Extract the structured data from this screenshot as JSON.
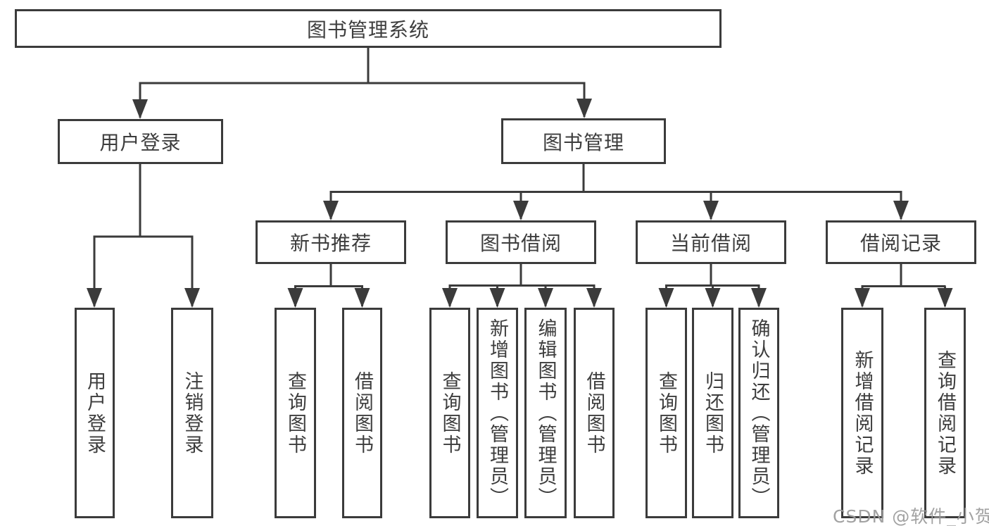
{
  "diagram": {
    "title": "图书管理系统",
    "level2": {
      "user_login": "用户登录",
      "book_management": "图书管理"
    },
    "level3": {
      "new_book_recommend": "新书推荐",
      "book_borrow": "图书借阅",
      "current_borrow": "当前借阅",
      "borrow_records": "借阅记录"
    },
    "leaves": {
      "user_login": "用户登录",
      "logout_login": "注销登录",
      "recommend_query_books": "查询图书",
      "recommend_borrow_books": "借阅图书",
      "borrow_query_books": "查询图书",
      "borrow_add_books_admin": "新增图书（管理员）",
      "borrow_edit_books_admin": "编辑图书（管理员）",
      "borrow_borrow_books": "借阅图书",
      "current_query_books": "查询图书",
      "current_return_books": "归还图书",
      "current_confirm_return_admin": "确认归还（管理员）",
      "records_add_borrow_record": "新增借阅记录",
      "records_query_borrow_record": "查询借阅记录"
    },
    "watermark": "CSDN @软件_小贺同学",
    "colors": {
      "line": "#3b3b3b",
      "text": "#3d3d3d",
      "watermark": "#9b9b9b",
      "background": "#ffffff"
    }
  }
}
